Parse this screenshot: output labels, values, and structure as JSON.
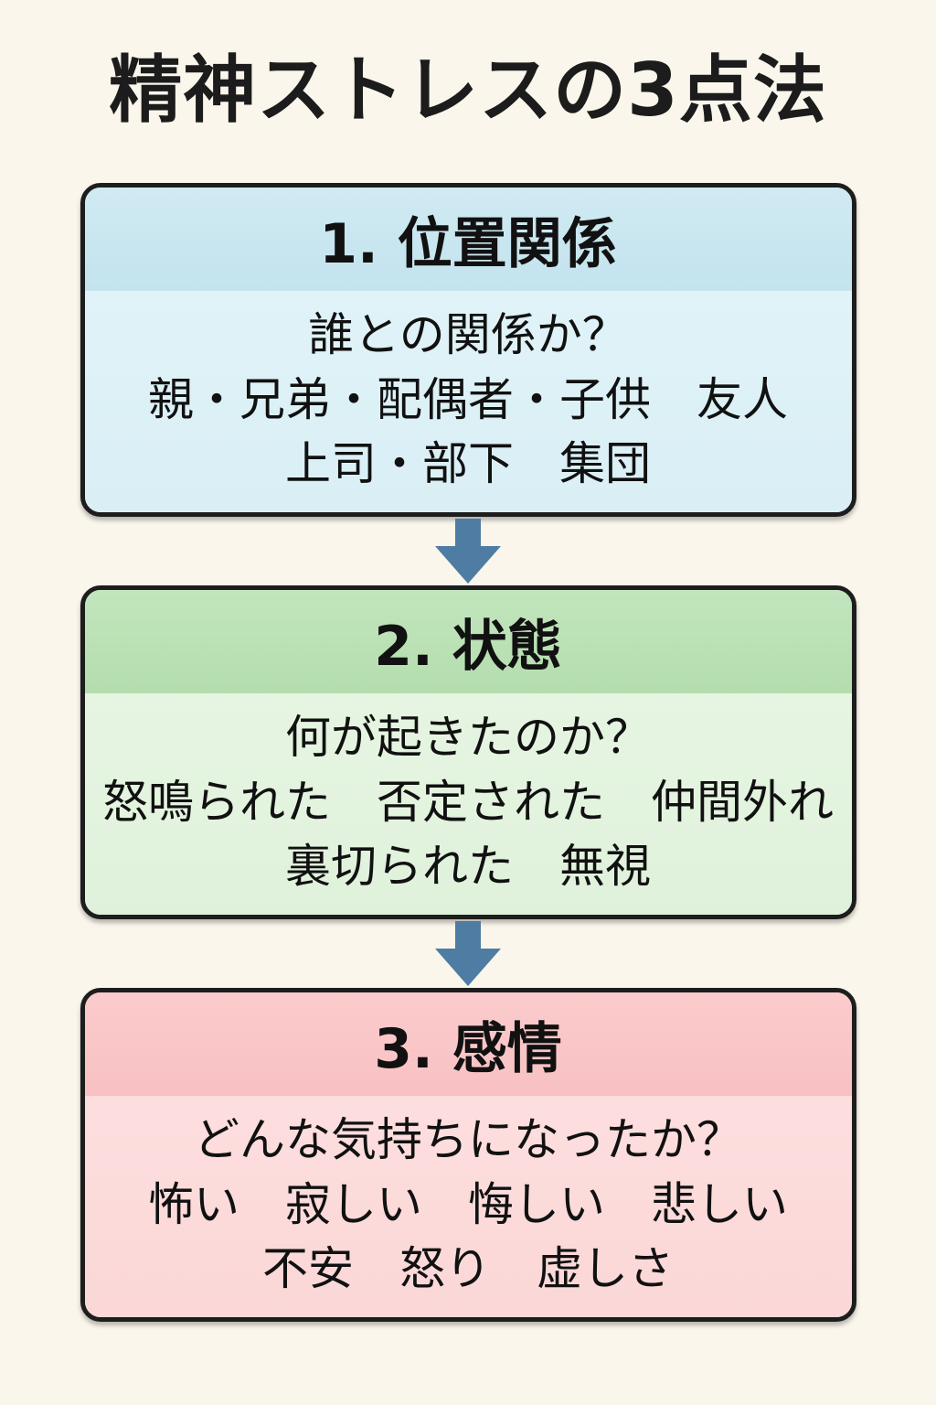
{
  "page": {
    "title": "精神ストレスの3点法",
    "background_color": "#FAF6EC",
    "border_color": "#1D1D1D",
    "text_color": "#111111"
  },
  "arrow": {
    "direction": "down",
    "color": "#4E7CA3"
  },
  "boxes": [
    {
      "heading": "1. 位置関係",
      "header_color": "#C7E5EF",
      "body_color": "#DEF2F7",
      "lines": [
        "誰との関係か？",
        "親・兄弟・配偶者・子供　友人",
        "上司・部下　集団"
      ]
    },
    {
      "heading": "2. 状態",
      "header_color": "#BAE0B4",
      "body_color": "#E3F3DF",
      "lines": [
        "何が起きたのか？",
        "怒鳴られた　否定された　仲間外れ",
        "裏切られた　無視"
      ]
    },
    {
      "heading": "3. 感情",
      "header_color": "#F9C6C8",
      "body_color": "#FCDBDB",
      "lines": [
        "どんな気持ちになったか？",
        "怖い　寂しい　悔しい　悲しい",
        "不安　怒り　虚しさ"
      ]
    }
  ]
}
